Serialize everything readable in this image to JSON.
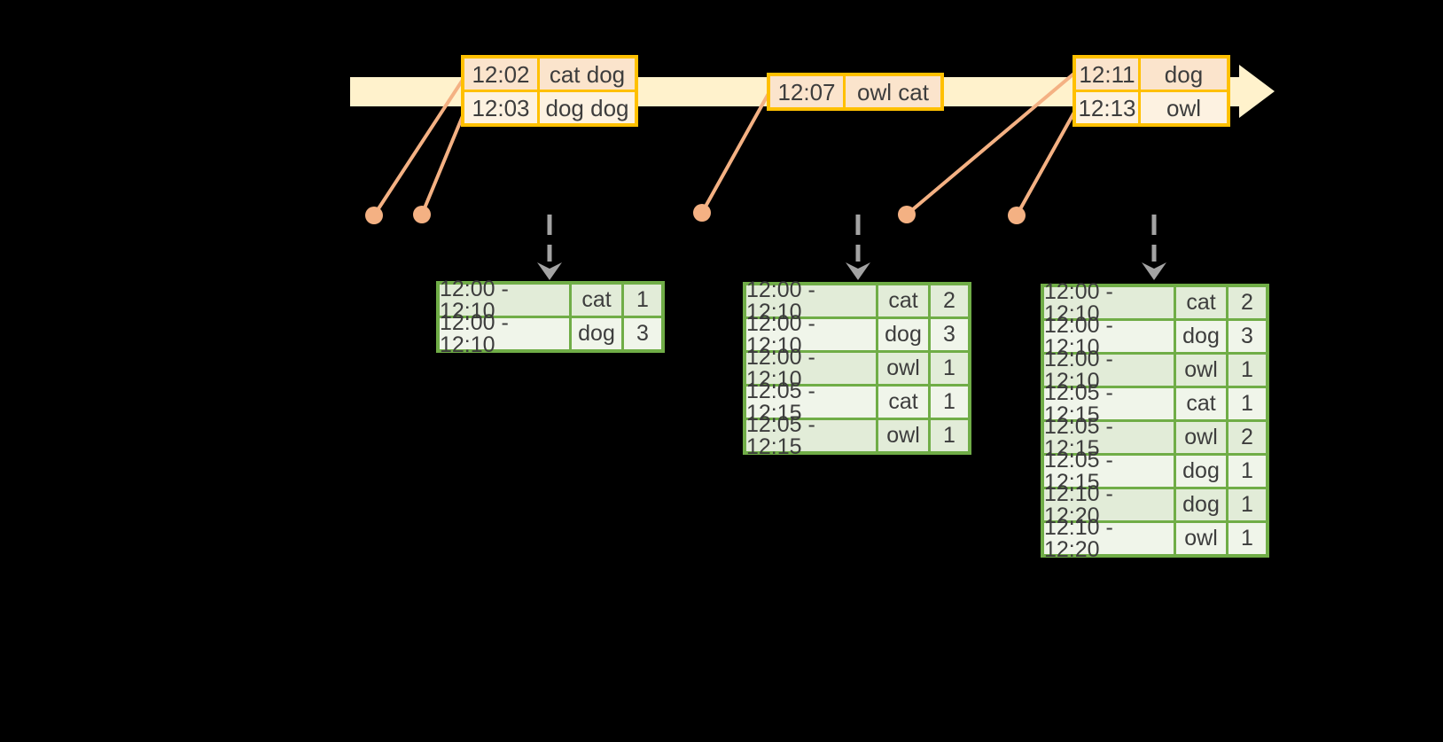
{
  "diagram": {
    "kind": "event-time-windowed-aggregation-timeline",
    "timeline_direction": "left-to-right"
  },
  "colors": {
    "background": "#000000",
    "timeline_band": "#FFF2CC",
    "event_table_border": "#FFC000",
    "event_row_odd": "#FBE4CC",
    "event_row_even": "#FDF2E1",
    "event_marker": "#F4B183",
    "trigger_arrow": "#A3A3A3",
    "result_table_border": "#70AD47",
    "result_row_odd": "#E2ECD8",
    "result_row_even": "#F0F5EA",
    "text": "#3D3D3D"
  },
  "event_tables": [
    {
      "rows": [
        {
          "time": "12:02",
          "words": "cat dog"
        },
        {
          "time": "12:03",
          "words": "dog dog"
        }
      ]
    },
    {
      "rows": [
        {
          "time": "12:07",
          "words": "owl cat"
        }
      ]
    },
    {
      "rows": [
        {
          "time": "12:11",
          "words": "dog"
        },
        {
          "time": "12:13",
          "words": "owl"
        }
      ]
    }
  ],
  "result_tables": [
    {
      "rows": [
        {
          "window": "12:00 - 12:10",
          "word": "cat",
          "count": "1"
        },
        {
          "window": "12:00 - 12:10",
          "word": "dog",
          "count": "3"
        }
      ]
    },
    {
      "rows": [
        {
          "window": "12:00 - 12:10",
          "word": "cat",
          "count": "2"
        },
        {
          "window": "12:00 - 12:10",
          "word": "dog",
          "count": "3"
        },
        {
          "window": "12:00 - 12:10",
          "word": "owl",
          "count": "1"
        },
        {
          "window": "12:05 - 12:15",
          "word": "cat",
          "count": "1"
        },
        {
          "window": "12:05 - 12:15",
          "word": "owl",
          "count": "1"
        }
      ]
    },
    {
      "rows": [
        {
          "window": "12:00 - 12:10",
          "word": "cat",
          "count": "2"
        },
        {
          "window": "12:00 - 12:10",
          "word": "dog",
          "count": "3"
        },
        {
          "window": "12:00 - 12:10",
          "word": "owl",
          "count": "1"
        },
        {
          "window": "12:05 - 12:15",
          "word": "cat",
          "count": "1"
        },
        {
          "window": "12:05 - 12:15",
          "word": "owl",
          "count": "2"
        },
        {
          "window": "12:05 - 12:15",
          "word": "dog",
          "count": "1"
        },
        {
          "window": "12:10 - 12:20",
          "word": "dog",
          "count": "1"
        },
        {
          "window": "12:10 - 12:20",
          "word": "owl",
          "count": "1"
        }
      ]
    }
  ]
}
